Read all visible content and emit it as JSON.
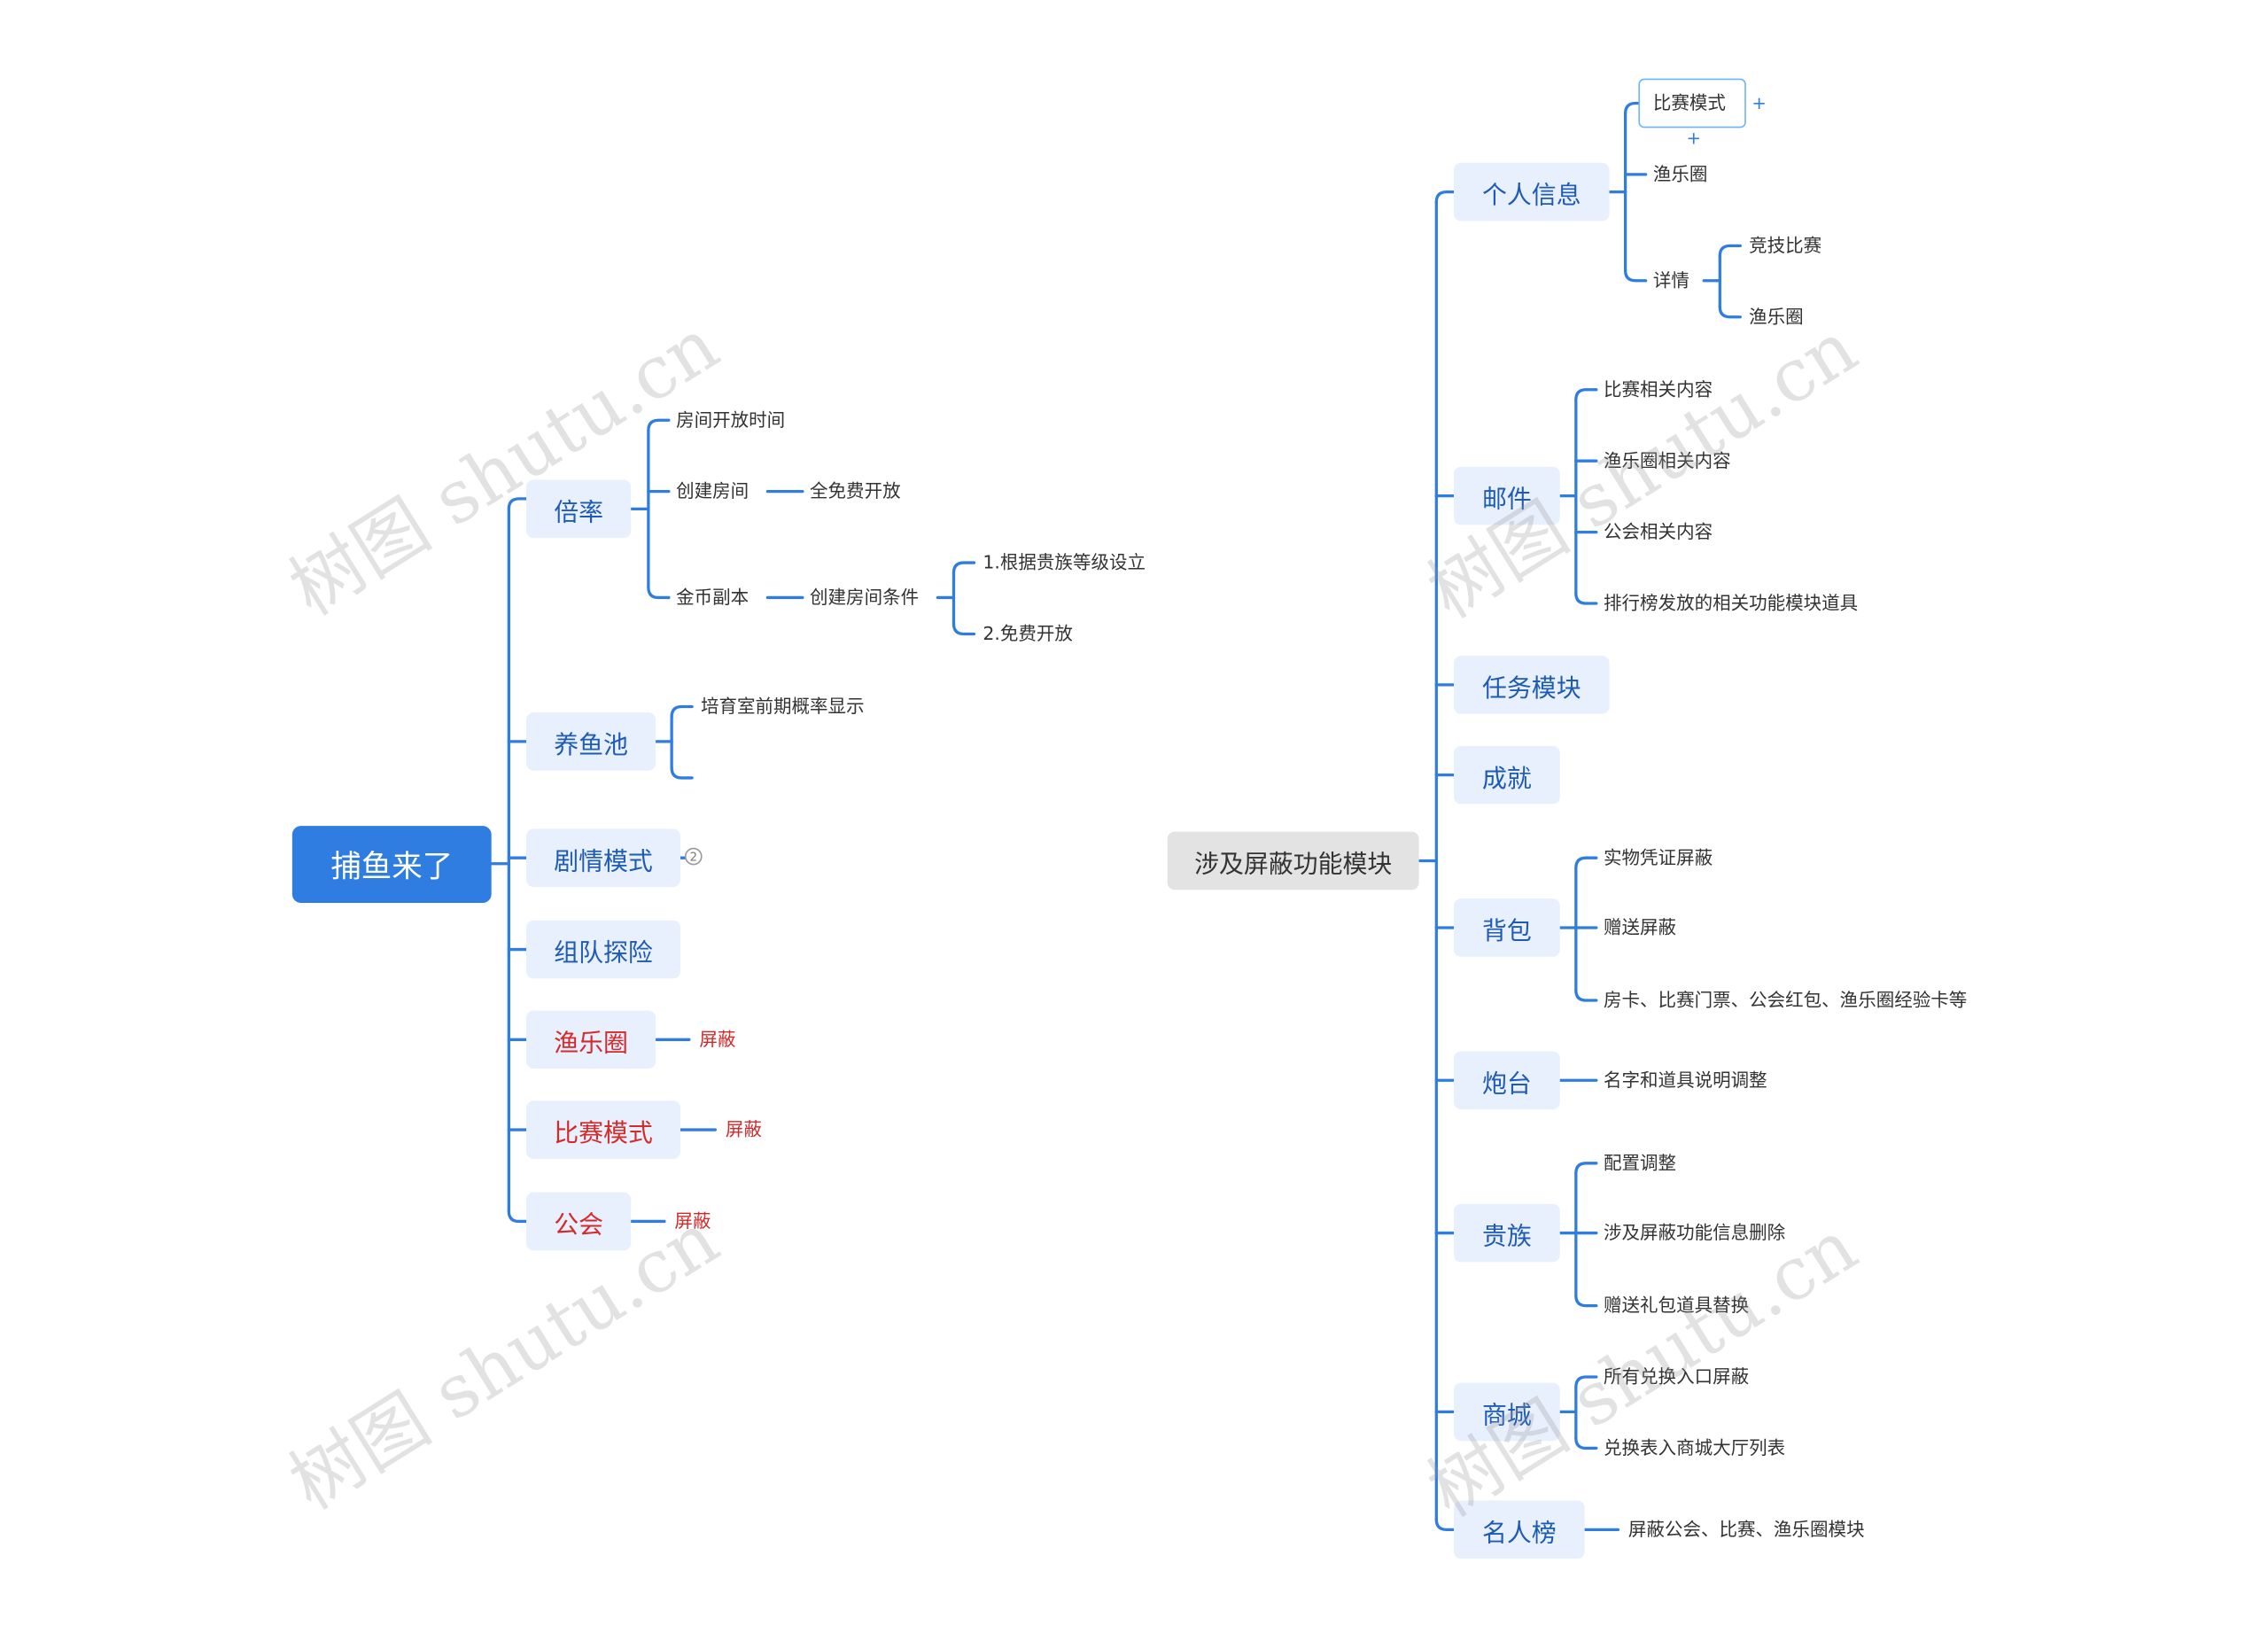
{
  "left": {
    "root": "捕鱼来了",
    "branches": [
      {
        "label": "倍率",
        "children": [
          {
            "label": "房间开放时间"
          },
          {
            "label": "创建房间",
            "children": [
              {
                "label": "全免费开放"
              }
            ]
          },
          {
            "label": "金币副本",
            "children": [
              {
                "label": "创建房间条件",
                "children": [
                  {
                    "label": "1.根据贵族等级设立"
                  },
                  {
                    "label": "2.免费开放"
                  }
                ]
              }
            ]
          }
        ]
      },
      {
        "label": "养鱼池",
        "children": [
          {
            "label": "培育室前期概率显示"
          }
        ]
      },
      {
        "label": "剧情模式",
        "collapsed_marker": "2"
      },
      {
        "label": "组队探险"
      },
      {
        "label": "渔乐圈",
        "children": [
          {
            "label": "屏蔽"
          }
        ]
      },
      {
        "label": "比赛模式",
        "children": [
          {
            "label": "屏蔽"
          }
        ]
      },
      {
        "label": "公会",
        "children": [
          {
            "label": "屏蔽"
          }
        ]
      }
    ]
  },
  "right": {
    "root": "涉及屏蔽功能模块",
    "branches": [
      {
        "label": "个人信息",
        "children": [
          {
            "label": "比赛模式"
          },
          {
            "label": "渔乐圈"
          },
          {
            "label": "详情",
            "children": [
              {
                "label": "竞技比赛"
              },
              {
                "label": "渔乐圈"
              }
            ]
          }
        ]
      },
      {
        "label": "邮件",
        "children": [
          {
            "label": "比赛相关内容"
          },
          {
            "label": "渔乐圈相关内容"
          },
          {
            "label": "公会相关内容"
          },
          {
            "label": "排行榜发放的相关功能模块道具"
          }
        ]
      },
      {
        "label": "任务模块"
      },
      {
        "label": "成就"
      },
      {
        "label": "背包",
        "children": [
          {
            "label": "实物凭证屏蔽"
          },
          {
            "label": "赠送屏蔽"
          },
          {
            "label": "房卡、比赛门票、公会红包、渔乐圈经验卡等"
          }
        ]
      },
      {
        "label": "炮台",
        "children": [
          {
            "label": "名字和道具说明调整"
          }
        ]
      },
      {
        "label": "贵族",
        "children": [
          {
            "label": "配置调整"
          },
          {
            "label": "涉及屏蔽功能信息删除"
          },
          {
            "label": "赠送礼包道具替换"
          }
        ]
      },
      {
        "label": "商城",
        "children": [
          {
            "label": "所有兑换入口屏蔽"
          },
          {
            "label": "兑换表入商城大厅列表"
          }
        ]
      },
      {
        "label": "名人榜",
        "children": [
          {
            "label": "屏蔽公会、比赛、渔乐圈模块"
          }
        ]
      }
    ]
  },
  "editor": {
    "add_glyph": "+"
  },
  "watermark": "树图 shutu.cn",
  "colors": {
    "link": "#2f7de1",
    "root": "#2f7de1",
    "node_bg": "#e8effd",
    "node_text": "#1d5bb4",
    "alert": "#d42a2a",
    "root2_bg": "#e3e3e3"
  }
}
